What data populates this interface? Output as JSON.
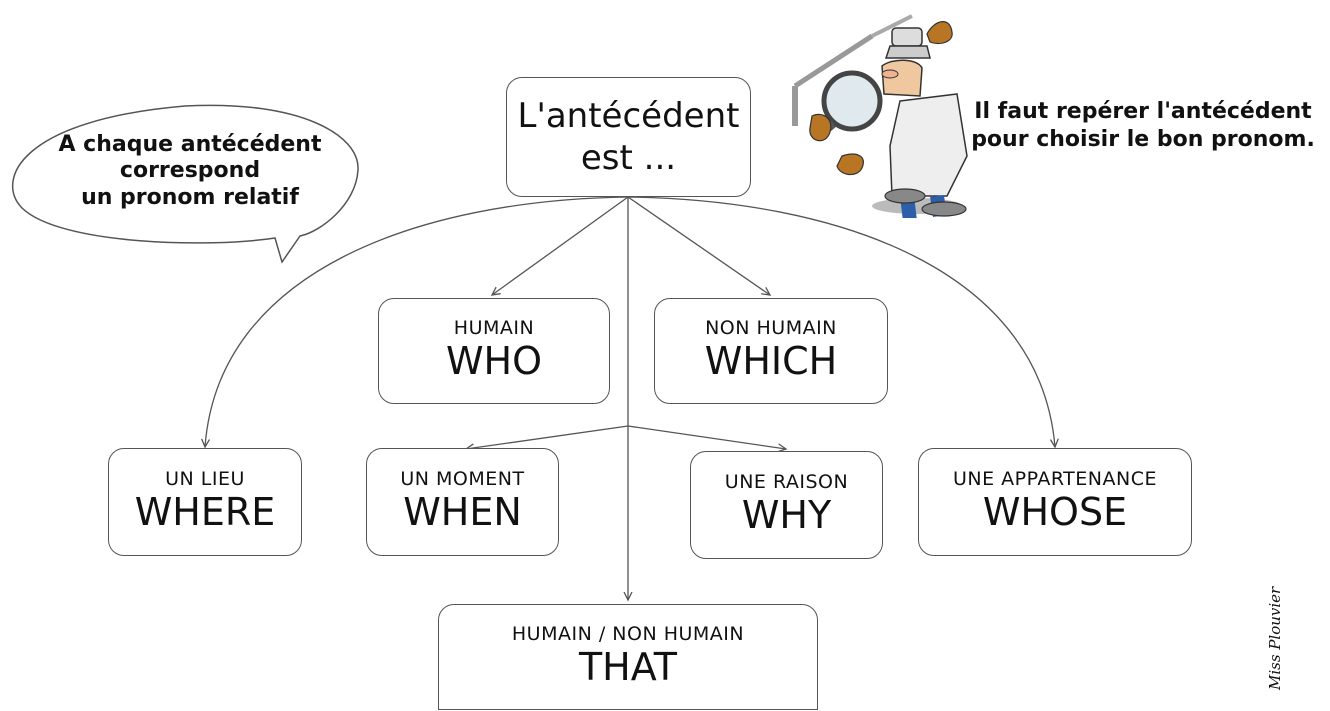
{
  "root": {
    "line1": "L'antécédent",
    "line2": "est ..."
  },
  "speech_bubble": {
    "line1": "A chaque antécédent",
    "line2": "correspond",
    "line3": "un pronom relatif"
  },
  "tip": {
    "line1": "Il faut repérer l'antécédent",
    "line2": "pour choisir le bon pronom."
  },
  "nodes": {
    "who": {
      "category": "HUMAIN",
      "pronoun": "WHO"
    },
    "which": {
      "category": "NON HUMAIN",
      "pronoun": "WHICH"
    },
    "where": {
      "category": "UN LIEU",
      "pronoun": "WHERE"
    },
    "when": {
      "category": "UN MOMENT",
      "pronoun": "WHEN"
    },
    "why": {
      "category": "UNE RAISON",
      "pronoun": "WHY"
    },
    "whose": {
      "category": "UNE APPARTENANCE",
      "pronoun": "WHOSE"
    },
    "that": {
      "category": "HUMAIN / NON HUMAIN",
      "pronoun": "THAT"
    }
  },
  "signature": "Miss Plouvier"
}
